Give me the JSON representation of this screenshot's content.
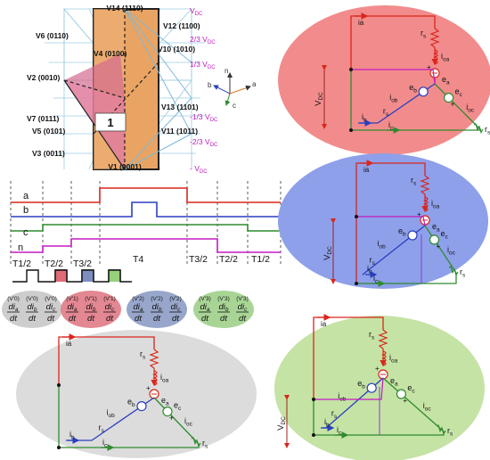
{
  "top_left_space_vector": {
    "vectors": [
      {
        "id": "v14",
        "text": "V14 (1110)"
      },
      {
        "id": "v12",
        "text": "V12 (1100)"
      },
      {
        "id": "v6",
        "text": "V6 (0110)"
      },
      {
        "id": "v4",
        "text": "V4 (0100)"
      },
      {
        "id": "v10",
        "text": "V10 (1010)"
      },
      {
        "id": "v2",
        "text": "V2 (0010)"
      },
      {
        "id": "v13",
        "text": "V13 (1101)"
      },
      {
        "id": "v7",
        "text": "V7 (0111)"
      },
      {
        "id": "v5",
        "text": "V5 (0101)"
      },
      {
        "id": "v11",
        "text": "V11 (1011)"
      },
      {
        "id": "v3",
        "text": "V3 (0011)"
      },
      {
        "id": "v1",
        "text": "V1 (0001)"
      }
    ],
    "levels": [
      "V",
      "2/3 V",
      "1/3 V",
      "-1/3 V",
      "-2/3 V",
      "- V"
    ],
    "level_sub": "DC",
    "region_label": "1",
    "axes": {
      "n": "n",
      "b": "b",
      "a": "a",
      "c": "c"
    }
  },
  "timing": {
    "signals": [
      "a",
      "b",
      "c",
      "n"
    ],
    "intervals": [
      "T1/2",
      "T2/2",
      "T3/2",
      "T4",
      "T3/2",
      "T2/2",
      "T1/2"
    ],
    "derivative_groups": [
      {
        "sup": "(V'0)",
        "color": "#c8c8c8",
        "terms": [
          "di",
          "di",
          "di"
        ],
        "subs": [
          "a",
          "b",
          "c"
        ],
        "den": "dt"
      },
      {
        "sup": "(V'1)",
        "color": "#e07a86",
        "terms": [
          "di",
          "di",
          "di"
        ],
        "subs": [
          "a",
          "b",
          "c"
        ],
        "den": "dt"
      },
      {
        "sup": "(V'2)",
        "color": "#8c9cc4",
        "terms": [
          "di",
          "di",
          "di"
        ],
        "subs": [
          "a",
          "b",
          "c"
        ],
        "den": "dt"
      },
      {
        "sup": "(V'3)",
        "color": "#9fd08a",
        "terms": [
          "di",
          "di",
          "di"
        ],
        "subs": [
          "a",
          "b",
          "c"
        ],
        "den": "dt"
      }
    ]
  },
  "circuits": {
    "labels": {
      "ia": "ia",
      "ib": "ib",
      "ic": "ic",
      "rs": "r",
      "rs_sub": "s",
      "ioa": "i",
      "ioa_sub": "oa",
      "iob": "i",
      "iob_sub": "ob",
      "ioc": "i",
      "ioc_sub": "oc",
      "ea": "e",
      "ea_sub": "a",
      "eb": "e",
      "eb_sub": "b",
      "ec": "e",
      "ec_sub": "c",
      "vdc": "V",
      "vdc_sub": "DC",
      "plus": "+"
    },
    "backgrounds": [
      "#f28c8c",
      "#8ea0ea",
      "#dcdcdc",
      "#c5e3a5"
    ]
  }
}
